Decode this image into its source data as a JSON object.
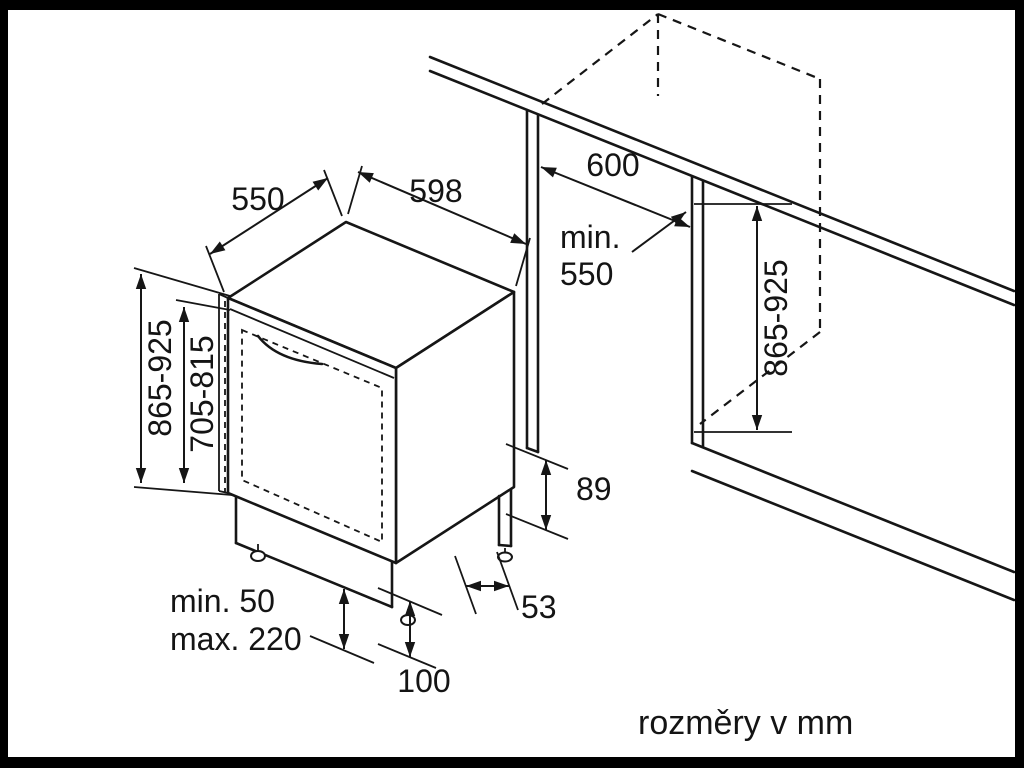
{
  "footer": {
    "units_label": "rozměry v mm"
  },
  "labels": {
    "depth_top": "550",
    "width_top": "598",
    "niche_width": "600",
    "niche_depth_min": "min.",
    "niche_depth_value": "550",
    "appliance_height": "865-925",
    "door_height": "705-815",
    "niche_height": "865-925",
    "base_height": "89",
    "base_clearance_min": "min. 50",
    "base_clearance_max": "max. 220",
    "base_depth": "100",
    "side_offset": "53"
  }
}
